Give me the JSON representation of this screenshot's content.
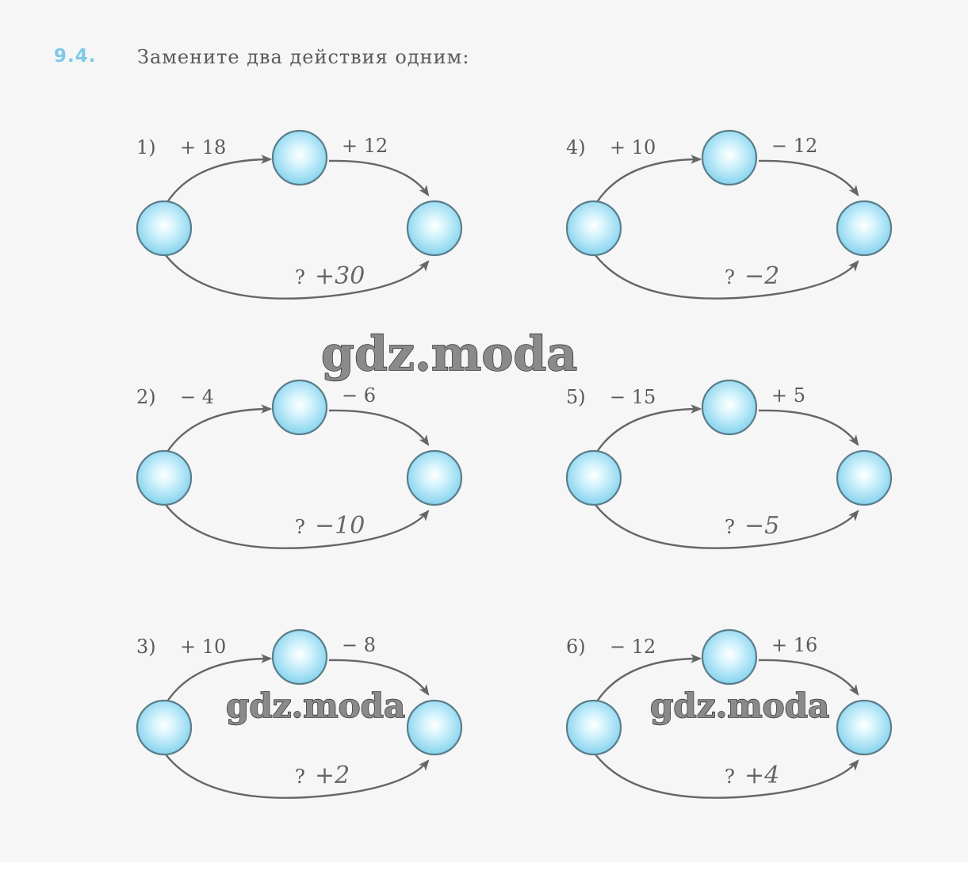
{
  "task": {
    "number": "9.4.",
    "text": "Замените два действия одним:"
  },
  "colors": {
    "task_number": "#7ec9e6",
    "node_fill": "#9edff5",
    "text": "#5a5a5a"
  },
  "diagrams": [
    {
      "index": "1)",
      "op1": "+ 18",
      "op2": "+ 12",
      "question": "?",
      "answer": "+30"
    },
    {
      "index": "2)",
      "op1": "− 4",
      "op2": "− 6",
      "question": "?",
      "answer": "−10"
    },
    {
      "index": "3)",
      "op1": "+ 10",
      "op2": "− 8",
      "question": "?",
      "answer": "+2"
    },
    {
      "index": "4)",
      "op1": "+ 10",
      "op2": "− 12",
      "question": "?",
      "answer": "−2"
    },
    {
      "index": "5)",
      "op1": "− 15",
      "op2": "+ 5",
      "question": "?",
      "answer": "−5"
    },
    {
      "index": "6)",
      "op1": "− 12",
      "op2": "+ 16",
      "question": "?",
      "answer": "+4"
    }
  ],
  "watermarks": [
    "gdz.moda",
    "gdz.moda",
    "gdz.moda"
  ]
}
